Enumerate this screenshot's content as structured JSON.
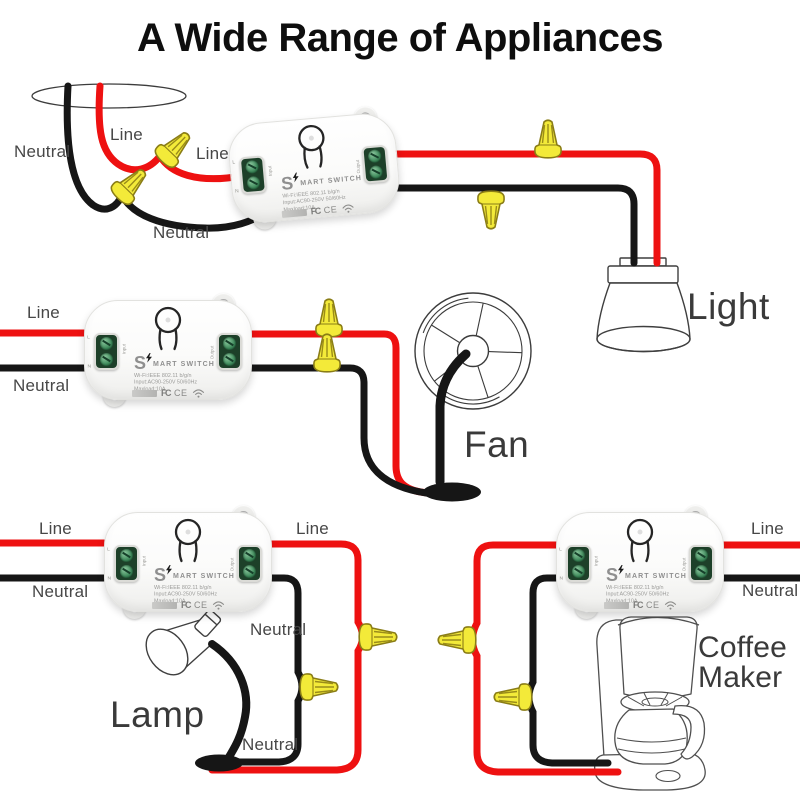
{
  "title": "A Wide Range of Appliances",
  "switch_device": {
    "logo_prefix": "S",
    "logo_suffix": "MART SWITCH",
    "spec_lines": [
      "Wi-Fi:IEEE 802.11 b/g/n",
      "Input:AC90-250V 50/60Hz",
      "Maxload:10A"
    ],
    "cert_fcc": "FC",
    "cert_ce": "CE",
    "input_terminal": {
      "line": "L",
      "neutral": "N",
      "label": "Input"
    },
    "output_terminal": {
      "label": "Output"
    }
  },
  "colors": {
    "line_wire_red": "#ee1111",
    "neutral_wire_black": "#161616",
    "connector_yellow": "#f3ea39",
    "terminal_green": "#1d4029",
    "device_body_white": "#fbfbfa"
  },
  "sections": {
    "light": {
      "appliance": "Light",
      "ceiling_line": "Line",
      "ceiling_neutral": "Neutral",
      "switch_line": "Line",
      "switch_neutral": "Neutral"
    },
    "fan": {
      "appliance": "Fan",
      "line": "Line",
      "neutral": "Neutral"
    },
    "lamp": {
      "appliance": "Lamp",
      "line_in": "Line",
      "neutral_in": "Neutral",
      "line_out": "Line",
      "neutral_mid": "Neutral",
      "neutral_out": "Neutral"
    },
    "coffee_maker": {
      "appliance_line1": "Coffee",
      "appliance_line2": "Maker",
      "line": "Line",
      "neutral": "Neutral"
    }
  }
}
